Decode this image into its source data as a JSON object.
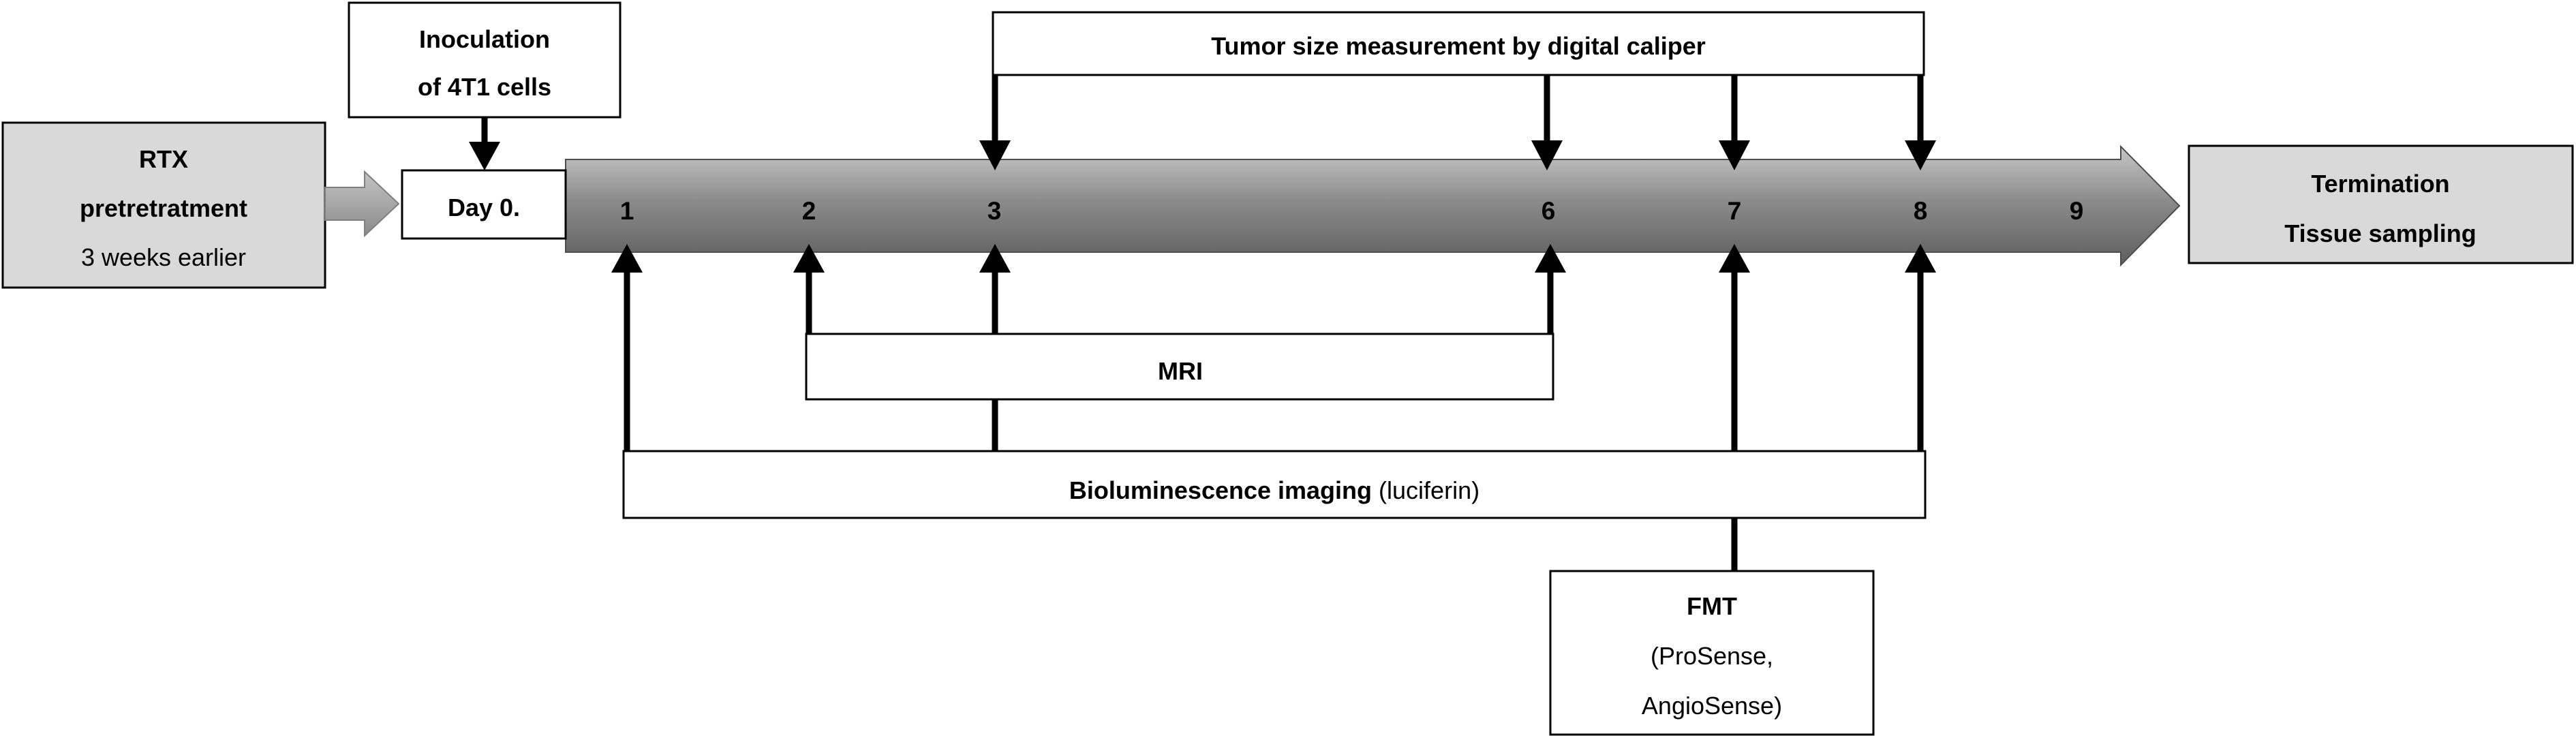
{
  "pretreatment": {
    "title": "RTX",
    "subtitle": "pretretratment",
    "note": "3 weeks earlier"
  },
  "inoculation": {
    "line1": "Inoculation",
    "line2": "of 4T1 cells"
  },
  "day0": "Day 0.",
  "days": [
    "1",
    "2",
    "3",
    "6",
    "7",
    "8",
    "9"
  ],
  "caliper": {
    "label": "Tumor size measurement by digital caliper",
    "days": [
      "3",
      "6",
      "7",
      "8"
    ]
  },
  "mri": {
    "label": "MRI",
    "days": [
      "2",
      "3",
      "6"
    ]
  },
  "bli": {
    "label_bold": "Bioluminescence imaging",
    "label_normal": " (luciferin)",
    "days": [
      "1",
      "3",
      "7",
      "8"
    ]
  },
  "fmt": {
    "title": "FMT",
    "line2": "(ProSense,",
    "line3": "AngioSense)",
    "day": "7"
  },
  "termination": {
    "line1": "Termination",
    "line2": "Tissue sampling"
  },
  "colors": {
    "box_fill_gray": "#d9d9d9",
    "arrow_dark": "#808080",
    "arrow_light": "#a6a6a6",
    "line": "#000000"
  }
}
